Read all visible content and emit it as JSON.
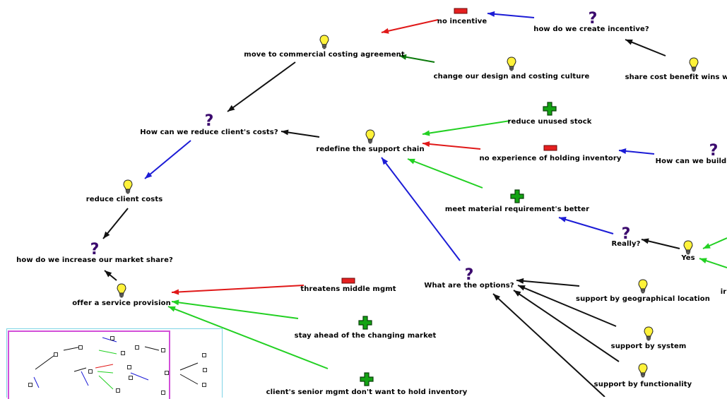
{
  "nodes": [
    {
      "id": "no_incentive",
      "type": "con",
      "label": "no incentive"
    },
    {
      "id": "create_incentive",
      "type": "question",
      "label": "how do we create incentive?"
    },
    {
      "id": "commercial_costing",
      "type": "idea",
      "label": "move to commercial costing agreement"
    },
    {
      "id": "change_design",
      "type": "idea",
      "label": "change our design and costing culture"
    },
    {
      "id": "share_cost",
      "type": "idea",
      "label": "share cost benefit wins w"
    },
    {
      "id": "reduce_stock",
      "type": "pro",
      "label": "reduce unused stock"
    },
    {
      "id": "reduce_costs_q",
      "type": "question",
      "label": "How can we reduce client's costs?"
    },
    {
      "id": "redefine_chain",
      "type": "idea",
      "label": "redefine the support chain"
    },
    {
      "id": "no_experience",
      "type": "con",
      "label": "no experience of holding inventory"
    },
    {
      "id": "how_build",
      "type": "question",
      "label": "How can we build"
    },
    {
      "id": "reduce_client_costs",
      "type": "idea",
      "label": "reduce client costs"
    },
    {
      "id": "meet_material",
      "type": "pro",
      "label": "meet material requirement's better"
    },
    {
      "id": "really",
      "type": "question",
      "label": "Really?"
    },
    {
      "id": "yes",
      "type": "idea",
      "label": "Yes"
    },
    {
      "id": "market_share",
      "type": "question",
      "label": "how do we increase our market share?"
    },
    {
      "id": "threatens",
      "type": "con",
      "label": "threatens middle mgmt"
    },
    {
      "id": "options",
      "type": "question",
      "label": "What are the options?"
    },
    {
      "id": "service_provision",
      "type": "idea",
      "label": "offer a service provision"
    },
    {
      "id": "geo",
      "type": "idea",
      "label": "support by geographical location"
    },
    {
      "id": "trailing_ir",
      "type": "text",
      "label": "ir"
    },
    {
      "id": "stay_ahead",
      "type": "pro",
      "label": "stay ahead of the changing market"
    },
    {
      "id": "support_system",
      "type": "idea",
      "label": "support by system"
    },
    {
      "id": "support_function",
      "type": "idea",
      "label": "support by functionality"
    },
    {
      "id": "senior_mgmt",
      "type": "pro",
      "label": "client's senior mgmt don't want to hold inventory"
    }
  ],
  "links": [
    {
      "from": "create_incentive",
      "to": "no_incentive",
      "color": "blue"
    },
    {
      "from": "no_incentive",
      "to": "commercial_costing",
      "color": "red"
    },
    {
      "from": "share_cost",
      "to": "create_incentive",
      "color": "black"
    },
    {
      "from": "change_design",
      "to": "commercial_costing",
      "color": "darkgreen"
    },
    {
      "from": "commercial_costing",
      "to": "reduce_costs_q",
      "color": "black"
    },
    {
      "from": "redefine_chain",
      "to": "reduce_costs_q",
      "color": "black"
    },
    {
      "from": "reduce_costs_q",
      "to": "reduce_client_costs",
      "color": "blue"
    },
    {
      "from": "reduce_stock",
      "to": "redefine_chain",
      "color": "green"
    },
    {
      "from": "no_experience",
      "to": "redefine_chain",
      "color": "red"
    },
    {
      "from": "meet_material",
      "to": "redefine_chain",
      "color": "green"
    },
    {
      "from": "how_build",
      "to": "no_experience",
      "color": "blue"
    },
    {
      "from": "reduce_client_costs",
      "to": "market_share",
      "color": "black"
    },
    {
      "from": "service_provision",
      "to": "market_share",
      "color": "black"
    },
    {
      "from": "really",
      "to": "meet_material",
      "color": "blue"
    },
    {
      "from": "yes",
      "to": "really",
      "color": "black"
    },
    {
      "from": "options",
      "to": "redefine_chain",
      "color": "blue"
    },
    {
      "from": "threatens",
      "to": "service_provision",
      "color": "red"
    },
    {
      "from": "stay_ahead",
      "to": "service_provision",
      "color": "green"
    },
    {
      "from": "senior_mgmt",
      "to": "service_provision",
      "color": "green"
    },
    {
      "from": "geo",
      "to": "options",
      "color": "black"
    },
    {
      "from": "support_system",
      "to": "options",
      "color": "black"
    },
    {
      "from": "support_function",
      "to": "options",
      "color": "black"
    },
    {
      "from": "offscreen_bottom",
      "to": "options",
      "color": "black"
    },
    {
      "from": "offscreen_right_1",
      "to": "yes",
      "color": "green"
    },
    {
      "from": "offscreen_right_2",
      "to": "yes",
      "color": "green"
    }
  ],
  "colors": {
    "blue": "#1c1cd6",
    "red": "#e01818",
    "black": "#111111",
    "green": "#22d022",
    "darkgreen": "#0b7a0b",
    "question": "#3b0a6e",
    "pro_fill": "#13a313",
    "con_fill": "#e52020",
    "bulb": "#fff23a"
  },
  "overview": {
    "label": "map-overview"
  }
}
